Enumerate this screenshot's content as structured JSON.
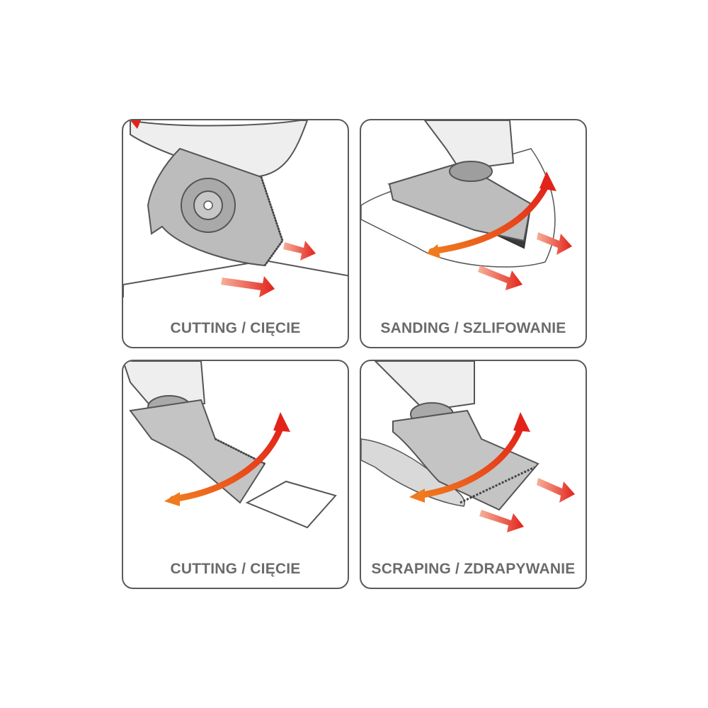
{
  "panels": [
    {
      "caption": "CUTTING / CIĘCIE",
      "tool": "segment-saw-blade"
    },
    {
      "caption": "SANDING / SZLIFOWANIE",
      "tool": "delta-sanding-pad"
    },
    {
      "caption": "CUTTING / CIĘCIE",
      "tool": "plunge-cut-blade"
    },
    {
      "caption": "SCRAPING / ZDRAPYWANIE",
      "tool": "scraper-blade"
    }
  ],
  "colors": {
    "border": "#5a5a5a",
    "caption": "#6b6b6b",
    "arrow_red": "#e2231a",
    "arrow_orange": "#f07a1e",
    "metal": "#b9b9b9",
    "tool_body": "#eeeeee"
  }
}
